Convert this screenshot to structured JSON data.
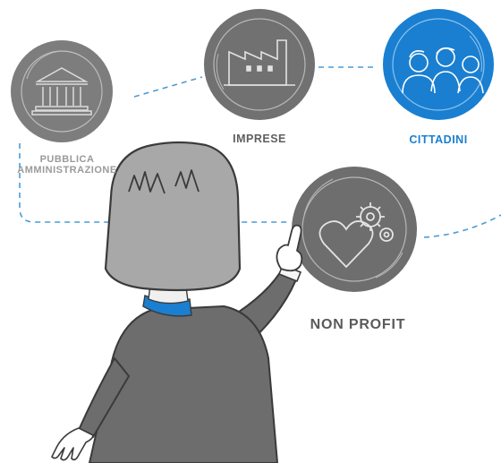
{
  "nodes": {
    "pubblica_amministrazione": {
      "label_line1": "PUBBLICA",
      "label_line2": "AMMINISTRAZIONE",
      "icon": "government-building-icon"
    },
    "imprese": {
      "label": "IMPRESE",
      "icon": "factory-icon"
    },
    "cittadini": {
      "label": "CITTADINI",
      "icon": "people-group-icon"
    },
    "non_profit": {
      "label": "NON PROFIT",
      "icon": "heart-gears-icon"
    }
  },
  "figure": {
    "description_icon": "woman-pointing-illustration"
  },
  "colors": {
    "accent_blue": "#1a7fd0",
    "circle_gray": "#7b7b7b",
    "circle_dark_gray": "#6e6e6e",
    "label_gray": "#5f5f5f",
    "connector_blue": "#4a9bd6",
    "jacket_gray": "#6d6d6d",
    "hair_gray": "#a8a8a8"
  }
}
